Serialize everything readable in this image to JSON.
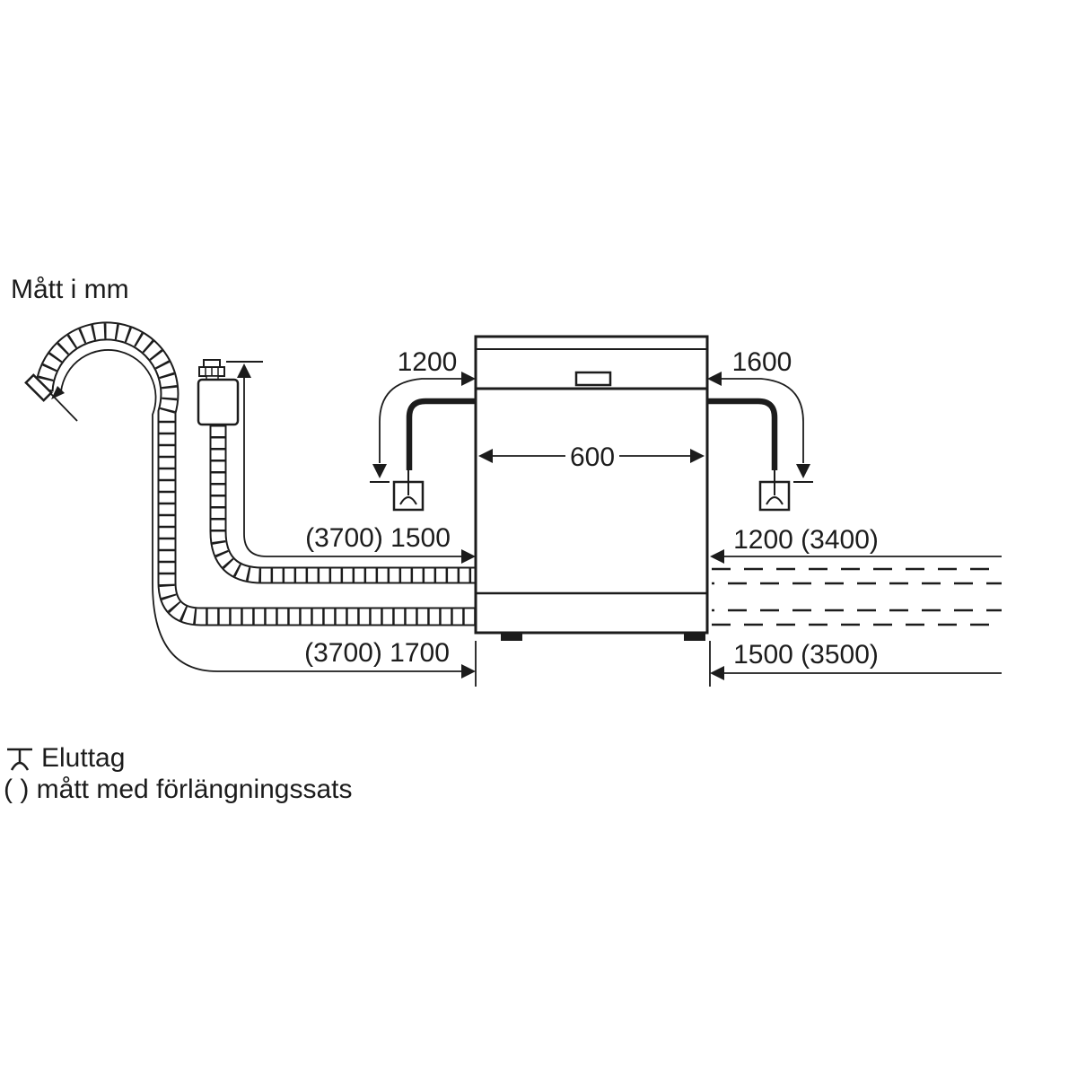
{
  "title": "Mått i mm",
  "dimensions": {
    "cable_left": "1200",
    "cable_right": "1600",
    "appliance_width": "600",
    "supply_hose": "(3700) 1500",
    "drain_extended_upper": "1200 (3400)",
    "drain_hose": "(3700) 1700",
    "drain_extended_lower": "1500 (3500)"
  },
  "legend": {
    "socket": "Eluttag",
    "extension": "( ) mått med förlängningssats"
  },
  "icons": {
    "socket_symbol": "earthed-socket-icon",
    "hose_end": "drain-hose-endcap",
    "arrows": "dimension-arrowheads"
  },
  "colors": {
    "line": "#1c1c1c",
    "background": "#ffffff"
  }
}
